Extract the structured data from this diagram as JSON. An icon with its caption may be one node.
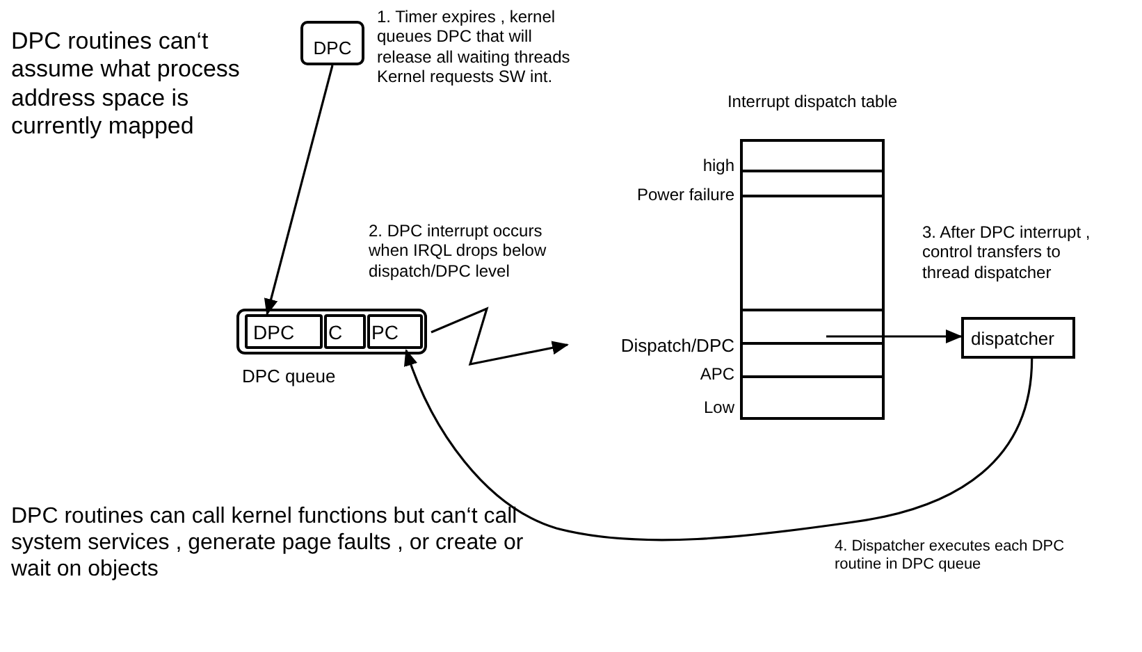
{
  "diagram": {
    "nodes": [
      {
        "text": [
          "DPC"
        ]
      },
      {
        "text": [],
        "shape": "box",
        "beside": [
          "DPC queue"
        ]
      },
      {
        "text": [
          "DPC"
        ],
        "in": 1
      },
      {
        "text": [
          "C"
        ],
        "in": 1
      },
      {
        "text": [
          "PC"
        ],
        "in": 1
      },
      {
        "text": [
          "Interrupt dispatch table"
        ]
      },
      {
        "text": [],
        "shape": "box",
        "in": 5
      },
      {
        "text": [
          "Dispatch/DPC"
        ]
      },
      {
        "text": [
          "dispatcher"
        ]
      }
    ],
    "edges": [
      {
        "from": 0,
        "to": 2,
        "arrow": "to"
      },
      {
        "from": 1,
        "to": 7,
        "arrow": "to"
      },
      {
        "from": 8,
        "to": 4,
        "arrow": "to"
      },
      {
        "from": 6,
        "to": 8,
        "arrow": "to"
      }
    ],
    "labels": [
      "DPC routines can‘t assume what process address space is currently mapped",
      "1. Timer expires , kernel queues DPC that will release all waiting threads Kernel requests SW int.",
      "high",
      "Power failure",
      "2. DPC interrupt occurs when IRQL drops below dispatch/DPC level",
      "3. After DPC interrupt , control transfers to thread dispatcher",
      "APC",
      "Low",
      "4. Dispatcher executes each DPC routine in DPC queue",
      "DPC routines can call kernel functions but can‘t call system services , generate page faults , or create or wait on objects"
    ]
  }
}
